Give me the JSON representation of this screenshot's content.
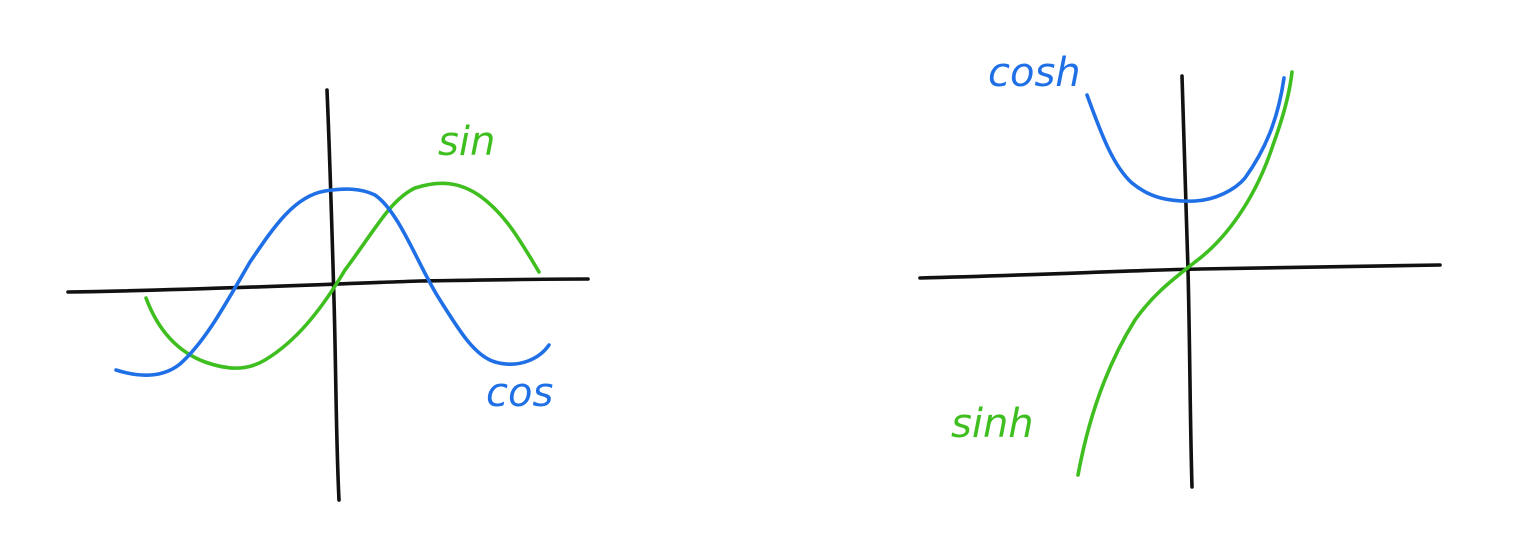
{
  "colors": {
    "axes": "#111111",
    "blue": "#1f6fe6",
    "green": "#3fbf1f"
  },
  "panels": [
    {
      "curves": [
        {
          "label": "sin",
          "color": "green"
        },
        {
          "label": "cos",
          "color": "blue"
        }
      ]
    },
    {
      "curves": [
        {
          "label": "cosh",
          "color": "blue"
        },
        {
          "label": "sinh",
          "color": "green"
        }
      ]
    }
  ]
}
